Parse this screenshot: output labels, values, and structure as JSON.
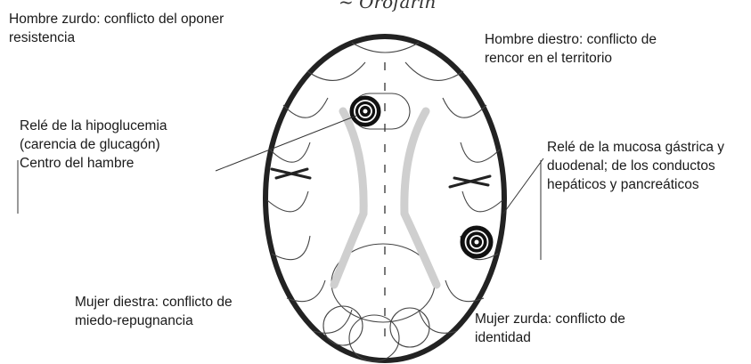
{
  "labels": {
    "top_left": [
      "Hombre zurdo: conflicto del oponer",
      "resistencia"
    ],
    "top_right": [
      "Hombre diestro: conflicto de",
      "rencor en el territorio"
    ],
    "mid_left": [
      "Relé de la hipoglucemia",
      "(carencia de glucagón)",
      "Centro del hambre"
    ],
    "mid_right": [
      "Relé de la mucosa gástrica y",
      "duodenal; de los conductos",
      "hepáticos y pancreáticos"
    ],
    "bottom_left": [
      "Mujer diestra: conflicto de",
      "miedo-repugnancia"
    ],
    "bottom_right": [
      "Mujer zurda: conflicto de",
      "identidad"
    ]
  },
  "top_scribble": "~ Orofarin",
  "colors": {
    "ink": "#1a1a1a",
    "outline": "#222222",
    "band": "#cfcfcf"
  }
}
